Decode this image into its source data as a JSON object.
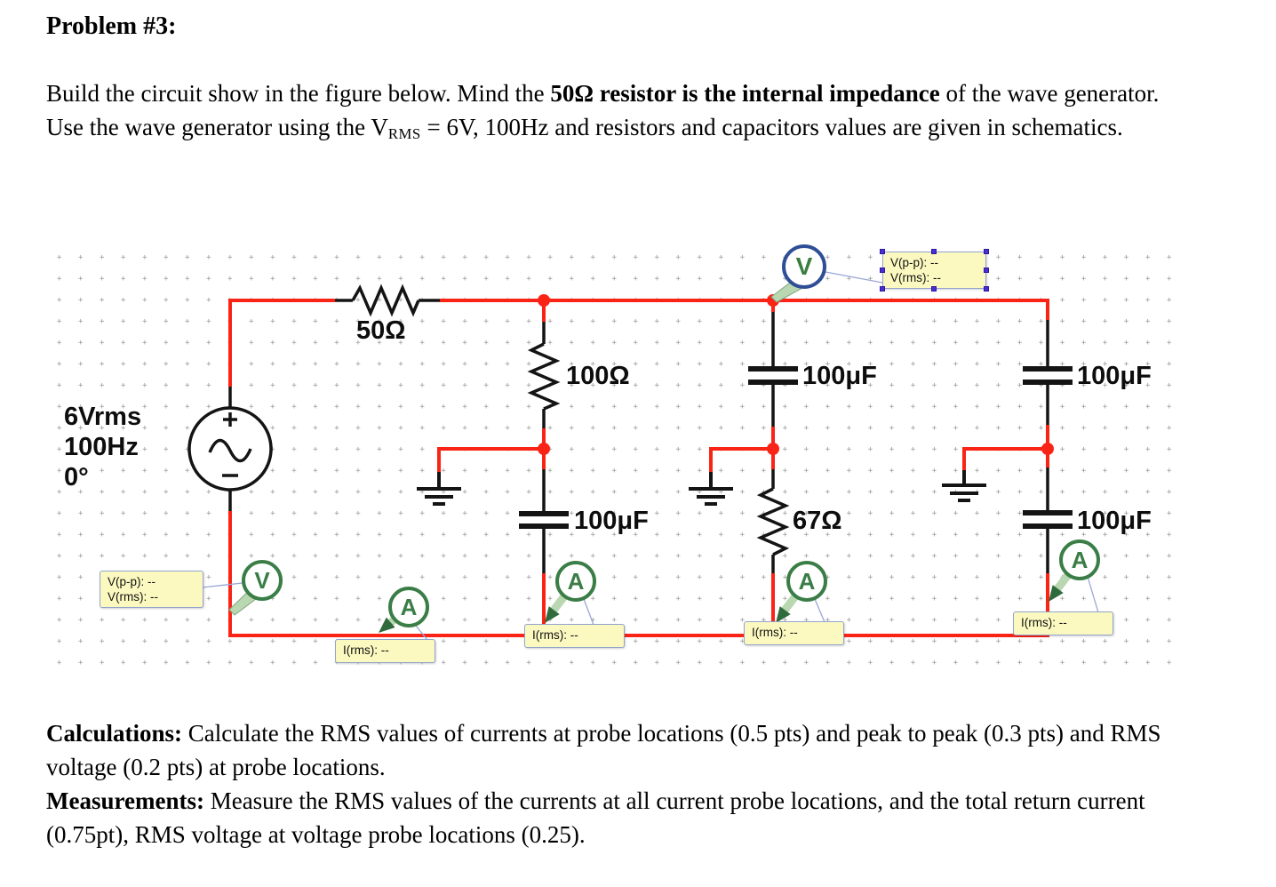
{
  "title": "Problem #3:",
  "intro_segments": [
    {
      "t": "Build the circuit show in the figure below. Mind the "
    },
    {
      "t": "50Ω resistor is the internal impedance",
      "b": true
    },
    {
      "t": " of the wave generator.  Use the wave generator using the V"
    },
    {
      "t": "RMS",
      "sub": true
    },
    {
      "t": " = 6V, 100Hz and resistors and capacitors values are given in schematics."
    }
  ],
  "calc_segments": [
    {
      "t": "Calculations:",
      "b": true
    },
    {
      "t": " Calculate the RMS values of currents at probe locations (0.5 pts) and peak to peak (0.3 pts) and RMS voltage (0.2 pts) at probe locations.\n"
    },
    {
      "t": "Measurements:",
      "b": true
    },
    {
      "t": " Measure the RMS values of the currents at all current probe locations, and the total return current (0.75pt), RMS voltage at voltage probe locations (0.25)."
    }
  ],
  "circuit": {
    "source": {
      "label_line1": "6Vrms",
      "label_line2": "100Hz",
      "label_line3": "0°"
    },
    "labels": {
      "r_internal": "50Ω",
      "r1": "100Ω",
      "c1": "100μF",
      "c2": "100μF",
      "r2": "67Ω",
      "c3": "100μF",
      "c4": "100μF"
    },
    "probe": {
      "v": "V",
      "a": "A"
    },
    "vbox": {
      "line1": "V(p-p): --",
      "line2": "V(rms): --"
    },
    "abox": {
      "line": "I(rms): --"
    },
    "colors": {
      "wire": "#fa2416",
      "component": "#141414",
      "probe_green": "#3a7d46",
      "probe_blue": "#2e4e96",
      "box_fill": "#fbf9c0",
      "box_border": "#93a4cc",
      "handle": "#4a2fd0",
      "grid_dot": "#9a9a9a"
    }
  }
}
